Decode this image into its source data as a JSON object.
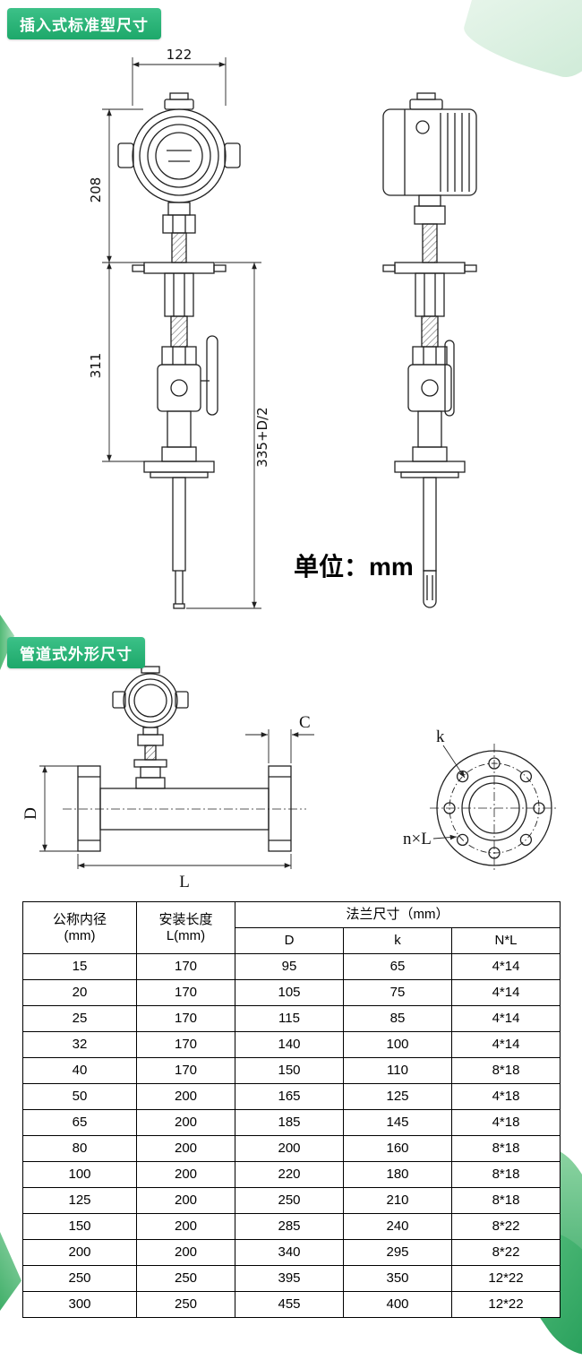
{
  "badges": {
    "insertion": "插入式标准型尺寸",
    "pipeline": "管道式外形尺寸"
  },
  "insertion_drawing": {
    "dim_width": "122",
    "dim_upper": "208",
    "dim_mid": "311",
    "dim_total": "335+D/2",
    "unit_label": "单位：mm"
  },
  "pipeline_drawing": {
    "dim_c": "C",
    "dim_d": "D",
    "dim_l": "L",
    "dim_k": "k",
    "dim_nxl": "n×L"
  },
  "table": {
    "header": {
      "nominal_line1": "公称内径",
      "nominal_line2": "(mm)",
      "install_line1": "安装长度",
      "install_line2": "L(mm)",
      "flange_group": "法兰尺寸（mm）",
      "flange_d": "D",
      "flange_k": "k",
      "flange_nl": "N*L"
    },
    "rows": [
      {
        "dn": "15",
        "l": "170",
        "d": "95",
        "k": "65",
        "nl": "4*14"
      },
      {
        "dn": "20",
        "l": "170",
        "d": "105",
        "k": "75",
        "nl": "4*14"
      },
      {
        "dn": "25",
        "l": "170",
        "d": "115",
        "k": "85",
        "nl": "4*14"
      },
      {
        "dn": "32",
        "l": "170",
        "d": "140",
        "k": "100",
        "nl": "4*14"
      },
      {
        "dn": "40",
        "l": "170",
        "d": "150",
        "k": "110",
        "nl": "8*18"
      },
      {
        "dn": "50",
        "l": "200",
        "d": "165",
        "k": "125",
        "nl": "4*18"
      },
      {
        "dn": "65",
        "l": "200",
        "d": "185",
        "k": "145",
        "nl": "4*18"
      },
      {
        "dn": "80",
        "l": "200",
        "d": "200",
        "k": "160",
        "nl": "8*18"
      },
      {
        "dn": "100",
        "l": "200",
        "d": "220",
        "k": "180",
        "nl": "8*18"
      },
      {
        "dn": "125",
        "l": "200",
        "d": "250",
        "k": "210",
        "nl": "8*18"
      },
      {
        "dn": "150",
        "l": "200",
        "d": "285",
        "k": "240",
        "nl": "8*22"
      },
      {
        "dn": "200",
        "l": "200",
        "d": "340",
        "k": "295",
        "nl": "8*22"
      },
      {
        "dn": "250",
        "l": "250",
        "d": "395",
        "k": "350",
        "nl": "12*22"
      },
      {
        "dn": "300",
        "l": "250",
        "d": "455",
        "k": "400",
        "nl": "12*22"
      }
    ]
  },
  "colors": {
    "badge_green": "#2bb377",
    "line": "#222222",
    "leaf_green": "#3aa968"
  }
}
